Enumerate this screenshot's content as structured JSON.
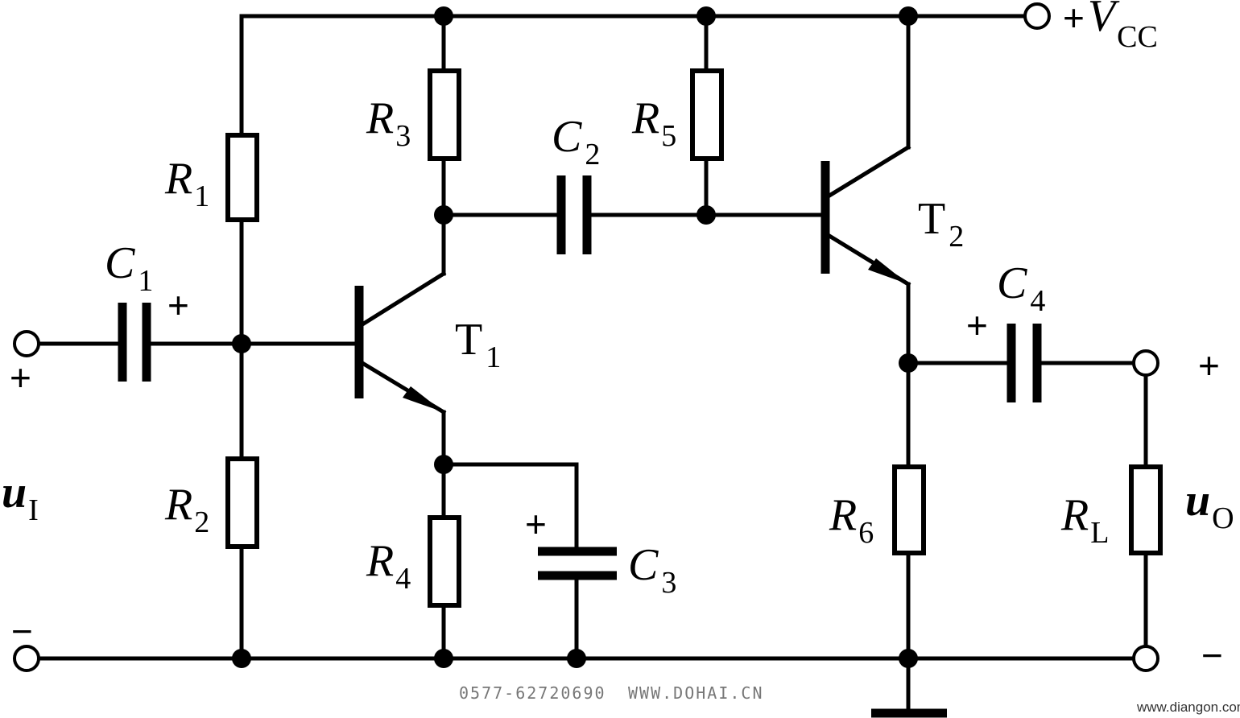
{
  "labels": {
    "R1": {
      "letter": "R",
      "sub": "1"
    },
    "R2": {
      "letter": "R",
      "sub": "2"
    },
    "R3": {
      "letter": "R",
      "sub": "3"
    },
    "R4": {
      "letter": "R",
      "sub": "4"
    },
    "R5": {
      "letter": "R",
      "sub": "5"
    },
    "R6": {
      "letter": "R",
      "sub": "6"
    },
    "RL": {
      "letter": "R",
      "sub": "L"
    },
    "C1": {
      "letter": "C",
      "sub": "1"
    },
    "C2": {
      "letter": "C",
      "sub": "2"
    },
    "C3": {
      "letter": "C",
      "sub": "3"
    },
    "C4": {
      "letter": "C",
      "sub": "4"
    },
    "T1": {
      "letter": "T",
      "sub": "1"
    },
    "T2": {
      "letter": "T",
      "sub": "2"
    },
    "vcc": {
      "prefix": "+",
      "letter": "V",
      "sub": "CC"
    },
    "ui": {
      "letter": "u",
      "sub": "I"
    },
    "uo": {
      "letter": "u",
      "sub": "O"
    }
  },
  "signs": {
    "plus": "+",
    "minus": "−"
  },
  "watermarks": {
    "phone": "0577-62720690",
    "site1": "WWW.DOHAI.CN",
    "site2": "www.diangon.com"
  }
}
